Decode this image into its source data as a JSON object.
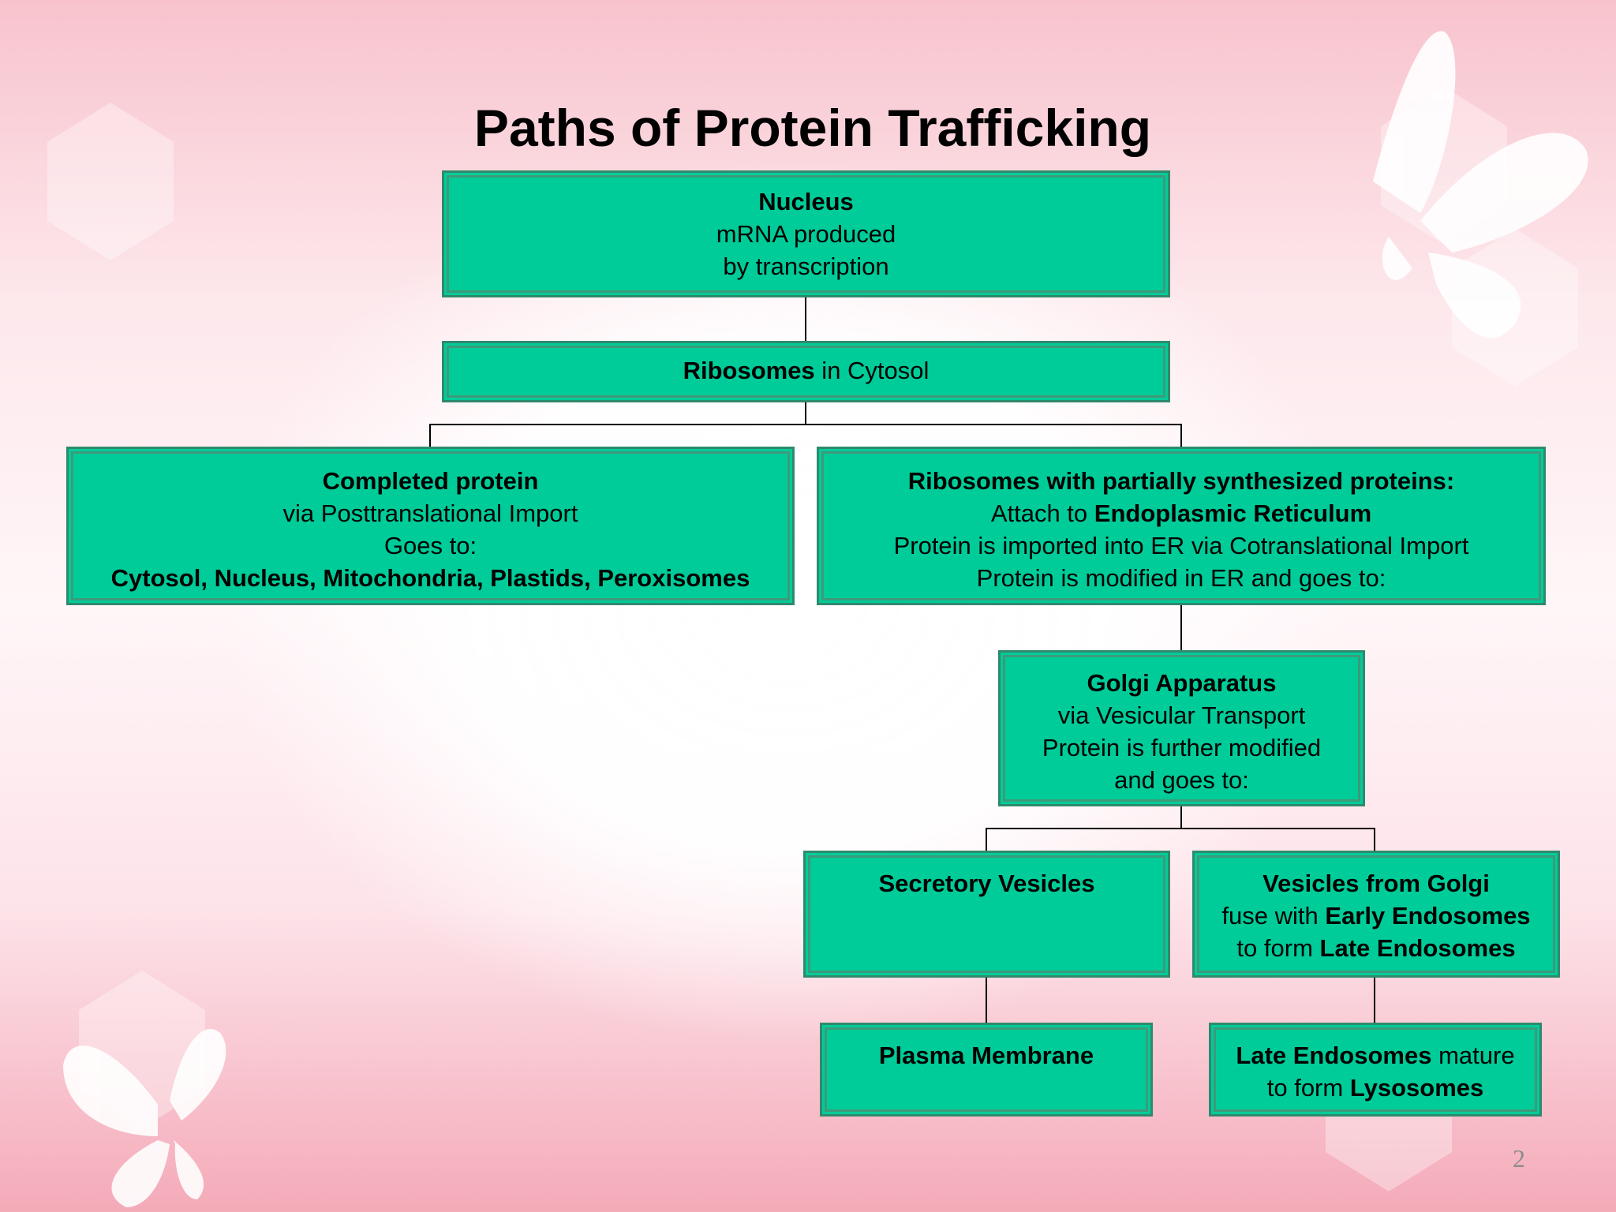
{
  "slide": {
    "title": "Paths of Protein Trafficking",
    "page_number": "2"
  },
  "nodes": {
    "nucleus": {
      "heading": "Nucleus",
      "line1": "mRNA produced",
      "line2": "by transcription"
    },
    "ribosomes": {
      "bold": "Ribosomes",
      "rest": " in Cytosol"
    },
    "completed": {
      "heading": "Completed protein",
      "line1": "via Posttranslational Import",
      "line2": "Goes to:",
      "line3": "Cytosol, Nucleus, Mitochondria, Plastids, Peroxisomes"
    },
    "partial": {
      "heading": "Ribosomes with partially synthesized proteins:",
      "attach_prefix": "Attach to ",
      "attach_bold": "Endoplasmic Reticulum",
      "line2": "Protein is imported into ER via Cotranslational Import",
      "line3": "Protein is modified in ER and goes to:"
    },
    "golgi": {
      "heading": "Golgi Apparatus",
      "line1": "via Vesicular Transport",
      "line2": "Protein is further modified",
      "line3": "and goes to:"
    },
    "secretory": {
      "heading": "Secretory Vesicles"
    },
    "vesicles_golgi": {
      "heading": "Vesicles from Golgi",
      "l2_prefix": "fuse with ",
      "l2_bold": "Early Endosomes",
      "l3_prefix": "to form ",
      "l3_bold": "Late Endosomes"
    },
    "plasma": {
      "heading": "Plasma Membrane"
    },
    "late": {
      "l1_bold": "Late Endosomes",
      "l1_rest": " mature",
      "l2_prefix": "to form ",
      "l2_bold": "Lysosomes"
    }
  },
  "colors": {
    "box_fill": "#00cc99",
    "box_border": "#2f8a6d",
    "connector": "#000000"
  }
}
